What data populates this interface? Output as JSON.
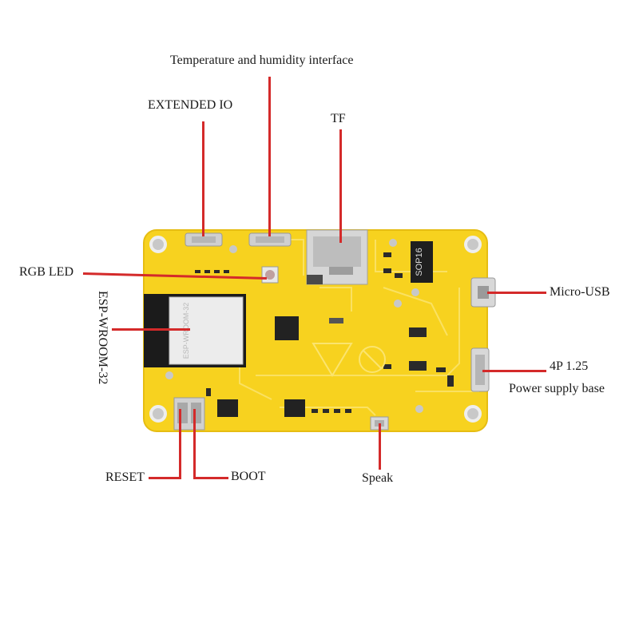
{
  "labels": {
    "temp_humidity": "Temperature and humidity interface",
    "extended_io": "EXTENDED IO",
    "tf": "TF",
    "rgb_led": "RGB LED",
    "esp_module": "ESP-WROOM-32",
    "micro_usb": "Micro-USB",
    "power_4p": "4P 1.25",
    "power_base": "Power supply base",
    "reset": "RESET",
    "boot": "BOOT",
    "speak": "Speak"
  },
  "board": {
    "chip_label": "SOP16",
    "module_print": "ESP-WROOM-32"
  },
  "colors": {
    "pcb": "#f7d21f",
    "pcb_dark": "#e8be10",
    "callout": "#d42a2a",
    "module": "#1b1b1b",
    "shield": "#ececec"
  }
}
